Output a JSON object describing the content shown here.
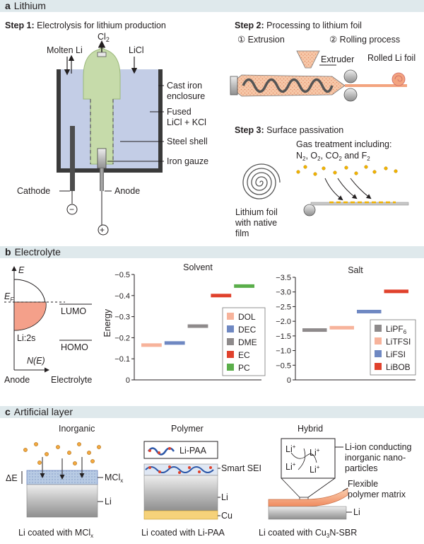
{
  "section_a": {
    "letter": "a",
    "title": "Lithium",
    "step1_label": "Step 1:",
    "step1_title": "Electrolysis for lithium production",
    "molten_li": "Molten Li",
    "cl2": "Cl",
    "cl2_sub": "2",
    "licl": "LiCl",
    "cast_iron_1": "Cast iron",
    "cast_iron_2": "enclosure",
    "fused_1": "Fused",
    "fused_2": "LiCl + KCl",
    "steel_shell": "Steel shell",
    "iron_gauze": "Iron gauze",
    "cathode": "Cathode",
    "anode": "Anode",
    "minus": "−",
    "plus": "+",
    "step2_label": "Step 2:",
    "step2_title": "Processing to lithium foil",
    "extrusion": "① Extrusion",
    "rolling": "② Rolling process",
    "extruder": "Extruder",
    "rolled": "Rolled Li foil",
    "step3_label": "Step 3:",
    "step3_title": "Surface passivation",
    "gas_line1": "Gas treatment including:",
    "gas_line2_parts": [
      "N",
      "2",
      ", O",
      "2",
      ", CO",
      "2",
      " and F",
      "2"
    ],
    "foil_1": "Lithium foil",
    "foil_2": "with native",
    "foil_3": "film"
  },
  "section_b": {
    "letter": "b",
    "title": "Electrolyte",
    "e_axis": "E",
    "ef": "E",
    "ef_sub": "F",
    "lumo": "LUMO",
    "homo": "HOMO",
    "li2s": "Li:2s",
    "n_e": "N(E)",
    "anode": "Anode",
    "electrolyte": "Electrolyte",
    "energy_label": "Energy"
  },
  "chart_data": [
    {
      "type": "bar",
      "title": "Solvent",
      "ylabel": "Energy",
      "ylim": [
        0,
        -0.5
      ],
      "yticks": [
        "−0.5",
        "−0.4",
        "−0.3",
        "−0.2",
        "−0.1",
        "0"
      ],
      "categories": [
        "DOL",
        "DEC",
        "DME",
        "EC",
        "PC"
      ],
      "values": [
        -0.165,
        -0.175,
        -0.255,
        -0.4,
        -0.445
      ],
      "colors": [
        "#f7b39b",
        "#6f88c2",
        "#8e8a8b",
        "#e0412c",
        "#5aae4a"
      ],
      "legend_placement": "bottom-right"
    },
    {
      "type": "bar",
      "title": "Salt",
      "ylim": [
        0,
        -3.5
      ],
      "yticks": [
        "−3.5",
        "−3.0",
        "−2.5",
        "−2.0",
        "−1.5",
        "−1.0",
        "−0.5",
        "0"
      ],
      "categories": [
        "LiPF6",
        "LiTFSI",
        "LiFSI",
        "LiBOB"
      ],
      "legend_labels": [
        [
          "LiPF",
          "6"
        ],
        [
          "LiTFSI",
          ""
        ],
        [
          "LiFSI",
          ""
        ],
        [
          "LiBOB",
          ""
        ]
      ],
      "values": [
        -1.7,
        -1.78,
        -2.33,
        -3.02
      ],
      "colors": [
        "#8e8a8b",
        "#f7b39b",
        "#6f88c2",
        "#e0412c"
      ],
      "legend_placement": "bottom-right"
    }
  ],
  "section_c": {
    "letter": "c",
    "title": "Artificial layer",
    "inorganic": "Inorganic",
    "polymer": "Polymer",
    "hybrid": "Hybrid",
    "delta_e": "ΔE",
    "mclx": "MCl",
    "mclx_sub": "x",
    "li": "Li",
    "cu": "Cu",
    "li_paa": "Li-PAA",
    "smart_sei": "Smart SEI",
    "nano_1": "Li-ion conducting",
    "nano_2": "inorganic nano-",
    "nano_3": "particles",
    "flex_1": "Flexible",
    "flex_2": "polymer matrix",
    "liplus": "Li",
    "plus": "+",
    "cap1": "Li coated with MCl",
    "cap1_sub": "x",
    "cap2": "Li coated with Li-PAA",
    "cap3": "Li coated with Cu",
    "cap3_sub": "3",
    "cap3_tail": "N-SBR"
  }
}
